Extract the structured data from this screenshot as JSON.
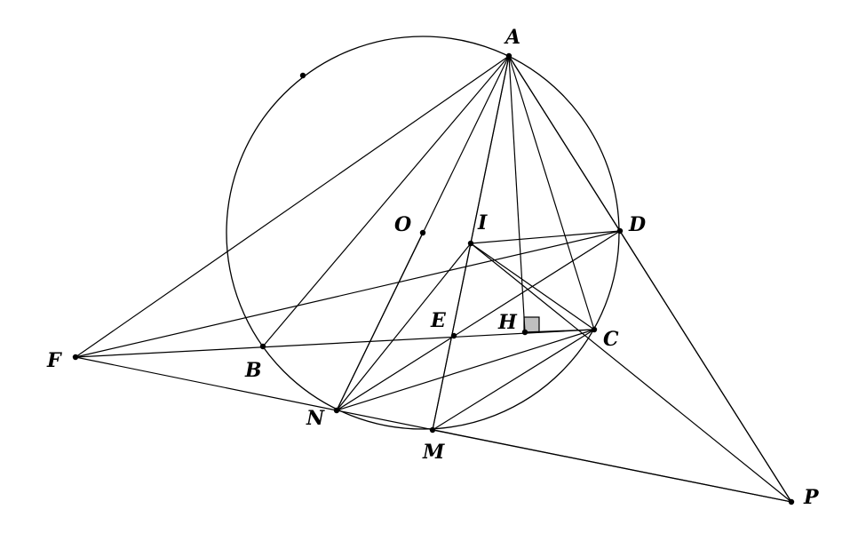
{
  "figure": {
    "points": [
      {
        "id": "A",
        "label": "A"
      },
      {
        "id": "O",
        "label": "O"
      },
      {
        "id": "I",
        "label": "I"
      },
      {
        "id": "D",
        "label": "D"
      },
      {
        "id": "E",
        "label": "E"
      },
      {
        "id": "H",
        "label": "H"
      },
      {
        "id": "C",
        "label": "C"
      },
      {
        "id": "F",
        "label": "F"
      },
      {
        "id": "B",
        "label": "B"
      },
      {
        "id": "N",
        "label": "N"
      },
      {
        "id": "M",
        "label": "M"
      },
      {
        "id": "P",
        "label": "P"
      }
    ],
    "unlabeled_points": 1,
    "segments": [
      [
        "A",
        "F"
      ],
      [
        "A",
        "B"
      ],
      [
        "A",
        "N"
      ],
      [
        "A",
        "I"
      ],
      [
        "A",
        "M"
      ],
      [
        "A",
        "H"
      ],
      [
        "A",
        "C"
      ],
      [
        "A",
        "D"
      ],
      [
        "A",
        "P"
      ],
      [
        "F",
        "D"
      ],
      [
        "F",
        "C"
      ],
      [
        "F",
        "N"
      ],
      [
        "N",
        "I"
      ],
      [
        "N",
        "D"
      ],
      [
        "N",
        "C"
      ],
      [
        "N",
        "P"
      ],
      [
        "I",
        "D"
      ],
      [
        "I",
        "C"
      ],
      [
        "I",
        "P"
      ],
      [
        "I",
        "M"
      ],
      [
        "O",
        "N"
      ],
      [
        "M",
        "C"
      ],
      [
        "M",
        "P"
      ],
      [
        "D",
        "P"
      ],
      [
        "H",
        "C"
      ]
    ],
    "right_angle_at": "H"
  }
}
